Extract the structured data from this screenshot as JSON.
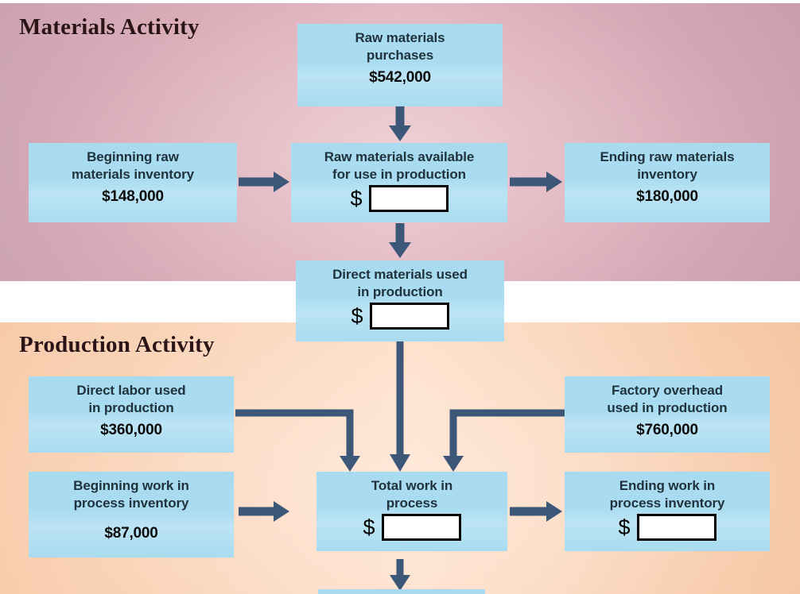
{
  "diagram": {
    "title": "Manufacturing cost flow diagram",
    "colors": {
      "materials_band": "#d4a5b3",
      "production_band": "#f9d2b3",
      "box_fill": "#a9dbf0",
      "arrow": "#3d5779",
      "blank_border": "#000000",
      "blank_fill": "#ffffff",
      "heading_text": "#2a1418"
    },
    "currency_symbol": "$"
  },
  "sections": [
    {
      "id": "materials",
      "heading": "Materials Activity"
    },
    {
      "id": "production",
      "heading": "Production Activity"
    }
  ],
  "nodes": {
    "raw_materials_purchases": {
      "label": "Raw materials purchases",
      "label_lines": [
        "Raw materials",
        "purchases"
      ],
      "value": "$542,000",
      "is_blank": false
    },
    "beginning_raw_materials_inventory": {
      "label": "Beginning raw materials inventory",
      "label_lines": [
        "Beginning raw",
        "materials inventory"
      ],
      "value": "$148,000",
      "is_blank": false
    },
    "raw_materials_available": {
      "label": "Raw materials available for use in production",
      "label_lines": [
        "Raw materials available",
        "for use in production"
      ],
      "value": "",
      "is_blank": true
    },
    "ending_raw_materials_inventory": {
      "label": "Ending raw materials inventory",
      "label_lines": [
        "Ending raw materials",
        "inventory"
      ],
      "value": "$180,000",
      "is_blank": false
    },
    "direct_materials_used": {
      "label": "Direct materials used in production",
      "label_lines": [
        "Direct materials used",
        "in production"
      ],
      "value": "",
      "is_blank": true
    },
    "direct_labor_used": {
      "label": "Direct labor used in production",
      "label_lines": [
        "Direct labor used",
        "in production"
      ],
      "value": "$360,000",
      "is_blank": false
    },
    "factory_overhead_used": {
      "label": "Factory overhead used in production",
      "label_lines": [
        "Factory overhead",
        "used in production"
      ],
      "value": "$760,000",
      "is_blank": false
    },
    "beginning_work_in_process": {
      "label": "Beginning work in process inventory",
      "label_lines": [
        "Beginning work in",
        "process inventory"
      ],
      "value": "$87,000",
      "is_blank": false
    },
    "total_work_in_process": {
      "label": "Total work in process",
      "label_lines": [
        "Total work in",
        "process"
      ],
      "value": "",
      "is_blank": true
    },
    "ending_work_in_process": {
      "label": "Ending work in process inventory",
      "label_lines": [
        "Ending work in",
        "process inventory"
      ],
      "value": "",
      "is_blank": true
    }
  },
  "connectors": [
    {
      "from": "raw_materials_purchases",
      "to": "raw_materials_available",
      "shape": "straight-down"
    },
    {
      "from": "beginning_raw_materials_inventory",
      "to": "raw_materials_available",
      "shape": "straight-right"
    },
    {
      "from": "raw_materials_available",
      "to": "ending_raw_materials_inventory",
      "shape": "straight-right"
    },
    {
      "from": "raw_materials_available",
      "to": "direct_materials_used",
      "shape": "straight-down"
    },
    {
      "from": "direct_materials_used",
      "to": "total_work_in_process",
      "shape": "straight-down"
    },
    {
      "from": "direct_labor_used",
      "to": "total_work_in_process",
      "shape": "elbow-right-down"
    },
    {
      "from": "factory_overhead_used",
      "to": "total_work_in_process",
      "shape": "elbow-left-down"
    },
    {
      "from": "beginning_work_in_process",
      "to": "total_work_in_process",
      "shape": "straight-right"
    },
    {
      "from": "total_work_in_process",
      "to": "ending_work_in_process",
      "shape": "straight-right"
    },
    {
      "from": "total_work_in_process",
      "to": "cost_of_goods_manufactured",
      "shape": "straight-down-offpage"
    }
  ]
}
